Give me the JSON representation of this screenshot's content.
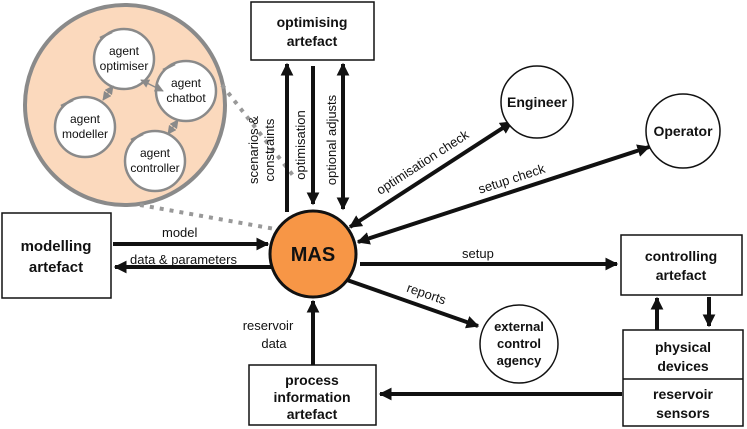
{
  "diagram": {
    "nodes": {
      "mas": {
        "label": "MAS"
      },
      "optimising": {
        "lines": [
          "optimising",
          "artefact"
        ]
      },
      "modelling": {
        "lines": [
          "modelling",
          "artefact"
        ]
      },
      "controlling": {
        "lines": [
          "controlling",
          "artefact"
        ]
      },
      "physical": {
        "lines": [
          "physical",
          "devices"
        ]
      },
      "reservoir_sensors": {
        "lines": [
          "reservoir",
          "sensors"
        ]
      },
      "process_info": {
        "lines": [
          "process",
          "information",
          "artefact"
        ]
      },
      "engineer": {
        "label": "Engineer"
      },
      "operator": {
        "label": "Operator"
      },
      "external": {
        "lines": [
          "external",
          "control",
          "agency"
        ]
      }
    },
    "agents": {
      "optimiser": {
        "lines": [
          "agent",
          "optimiser"
        ]
      },
      "chatbot": {
        "lines": [
          "agent",
          "chatbot"
        ]
      },
      "modeller": {
        "lines": [
          "agent",
          "modeller"
        ]
      },
      "controller": {
        "lines": [
          "agent",
          "controller"
        ]
      }
    },
    "edges": {
      "scenarios": {
        "lines": [
          "scenarios &",
          "constraints"
        ]
      },
      "optimisation": {
        "label": "optimisation"
      },
      "optional_adjusts": {
        "label": "optional adjusts"
      },
      "optimisation_check": {
        "label": "optimisation check"
      },
      "setup_check": {
        "label": "setup check"
      },
      "model": {
        "label": "model"
      },
      "data_parameters": {
        "label": "data & parameters"
      },
      "setup": {
        "label": "setup"
      },
      "reports": {
        "label": "reports"
      },
      "reservoir_data": {
        "lines": [
          "reservoir",
          "data"
        ]
      }
    },
    "colors": {
      "mas_fill": "#f79646",
      "agents_bg": "#fbd9bd",
      "stroke": "#111111",
      "agent_gray": "#8a8a8a"
    }
  }
}
